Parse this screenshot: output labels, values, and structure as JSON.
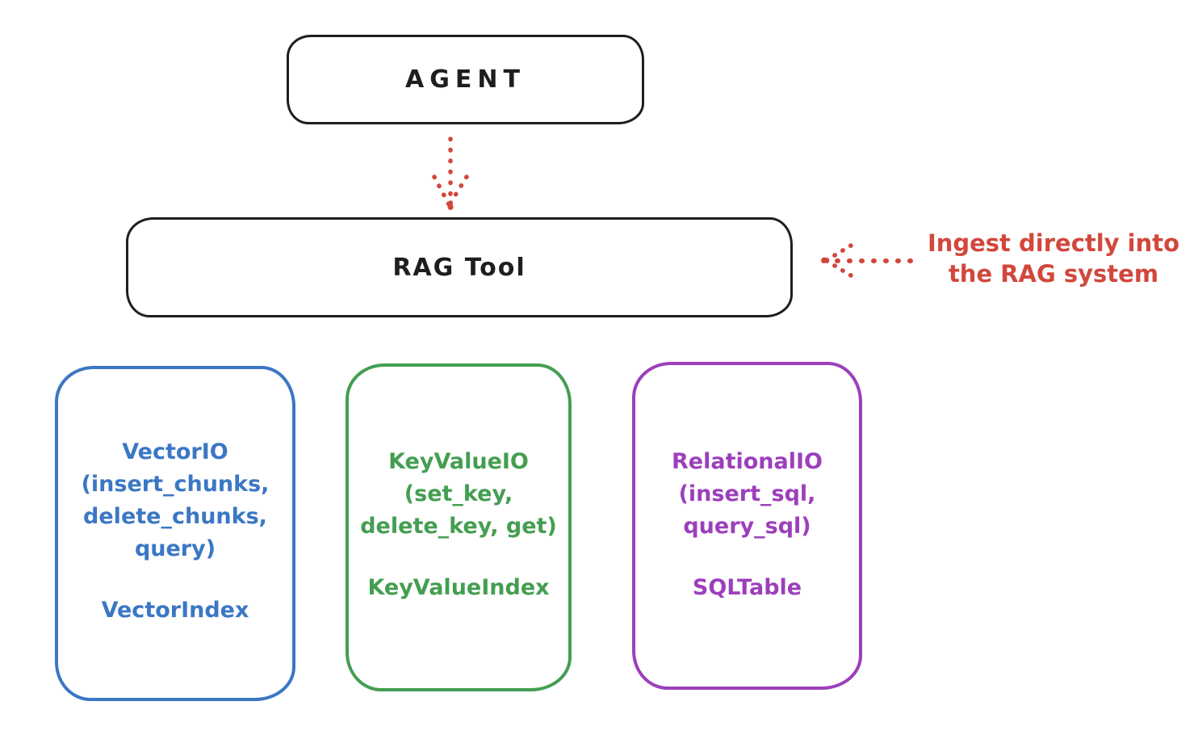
{
  "colors": {
    "background": "#ffffff",
    "ink": "#1e1e1e",
    "red": "#d2473c",
    "blue": "#3b77c4",
    "green": "#449e51",
    "purple": "#9c3fbc"
  },
  "agent": {
    "label": "AGENT"
  },
  "rag_tool": {
    "label": "RAG Tool"
  },
  "annotation": {
    "line1": "Ingest directly into",
    "line2": "the RAG system"
  },
  "io_boxes": {
    "vector": {
      "lines": [
        "VectorIO",
        "(insert_chunks,",
        "delete_chunks,",
        "query)"
      ],
      "index": "VectorIndex",
      "color": "#3b77c4"
    },
    "keyvalue": {
      "lines": [
        "KeyValueIO",
        "(set_key,",
        "delete_key, get)"
      ],
      "index": "KeyValueIndex",
      "color": "#449e51"
    },
    "relational": {
      "lines": [
        "RelationalIO",
        "(insert_sql,",
        "query_sql)"
      ],
      "index": "SQLTable",
      "color": "#9c3fbc"
    }
  },
  "arrows": {
    "agent_to_rag": "dotted-down-arrow",
    "ingest_into_rag": "dotted-left-arrow"
  }
}
